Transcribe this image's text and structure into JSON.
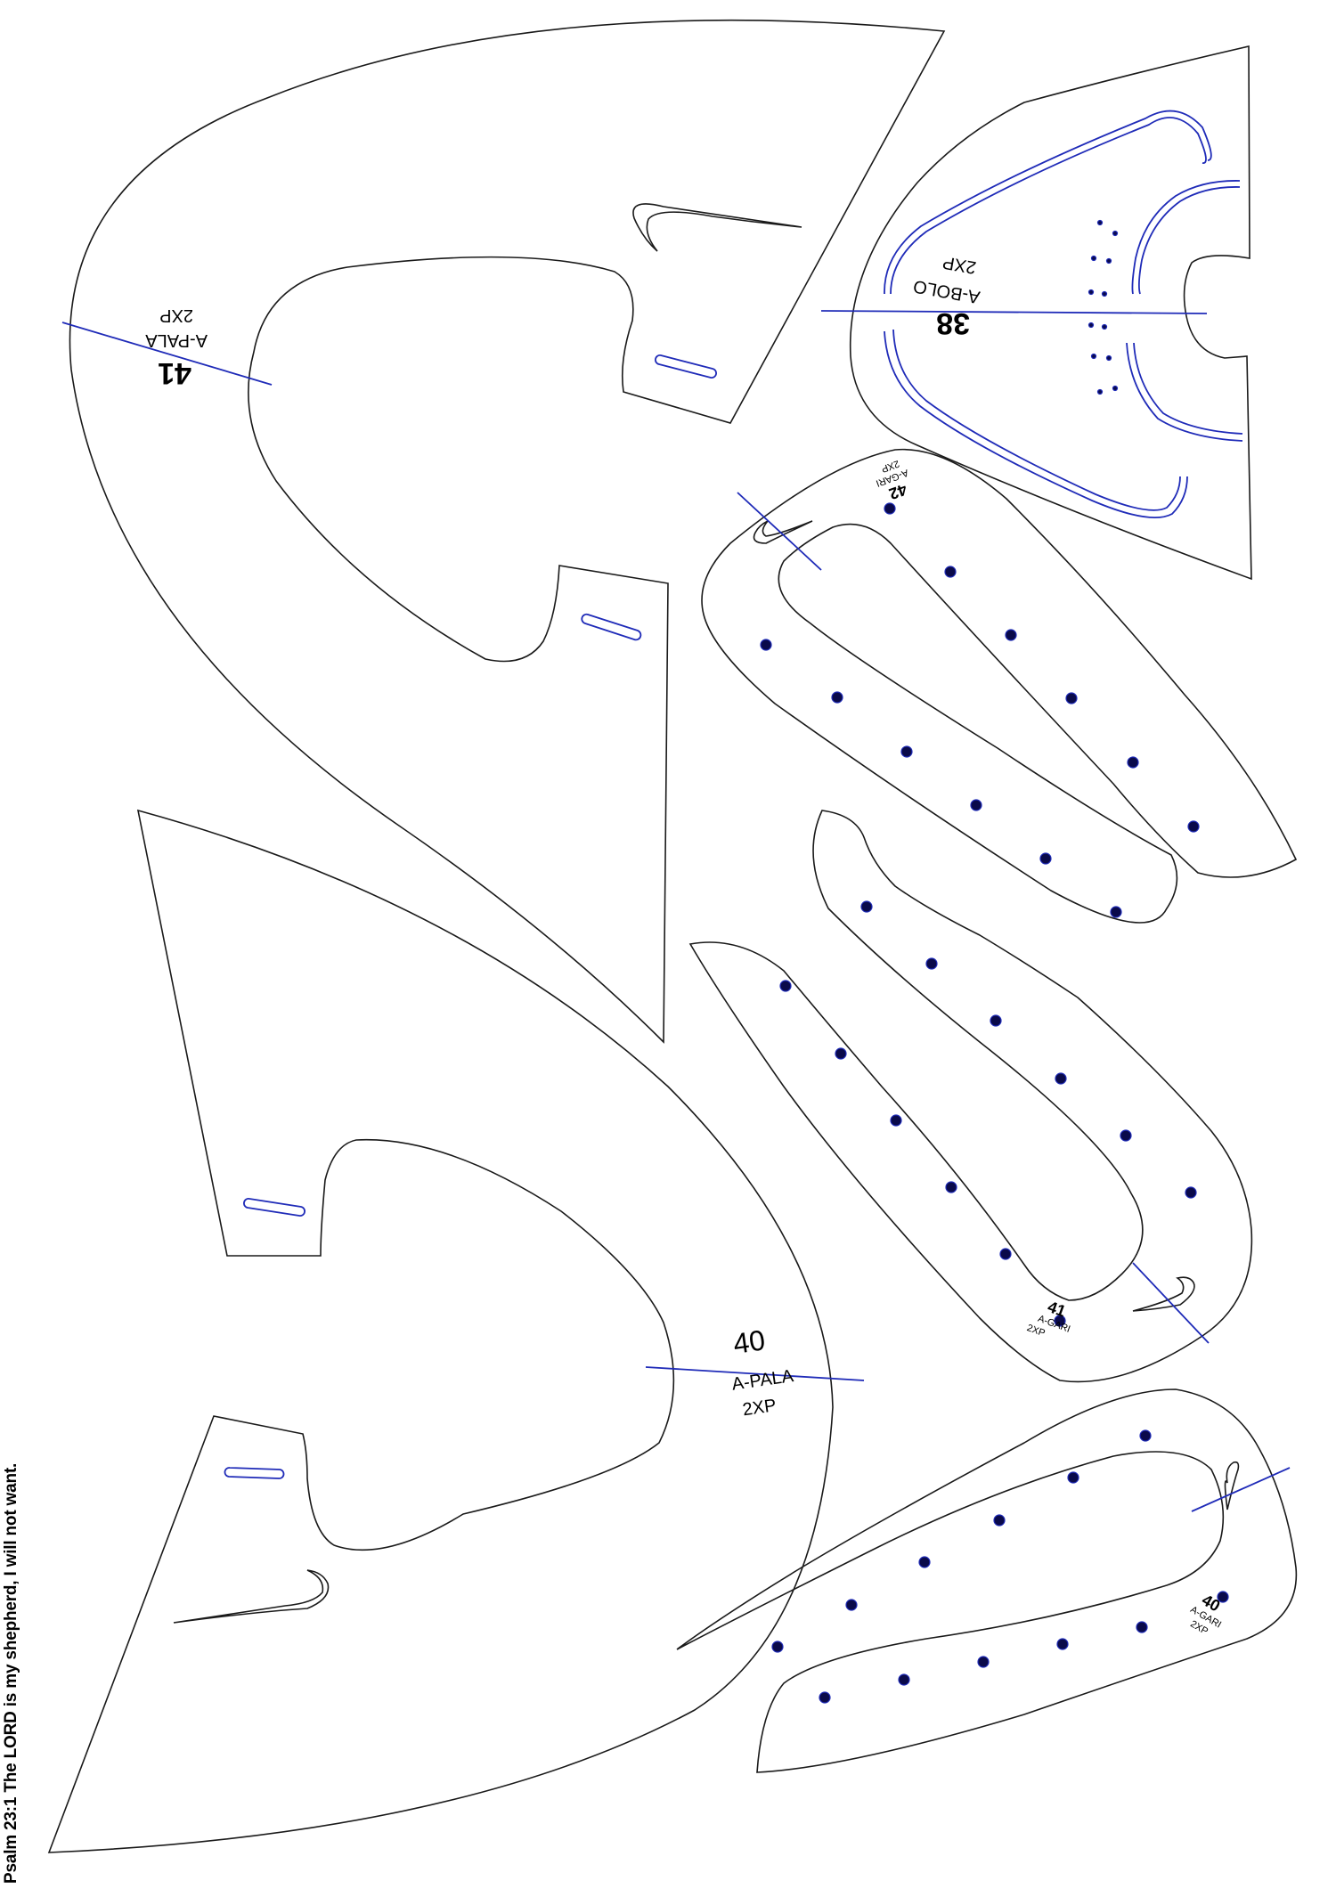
{
  "footer": {
    "verse": "Psalm 23:1 The LORD is my shepherd, I will not want."
  },
  "pieces": {
    "pala_41": {
      "size": "41",
      "name": "A-PALA",
      "qty": "2XP"
    },
    "pala_40": {
      "size": "40",
      "name": "A-PALA",
      "qty": "2XP"
    },
    "bolo_38": {
      "size": "38",
      "name": "A-BOLO",
      "qty": "2XP"
    },
    "gari_42": {
      "size": "42",
      "name": "A-GARI",
      "qty": "2XP"
    },
    "gari_41": {
      "size": "41",
      "name": "A-GARI",
      "qty": "2XP"
    },
    "gari_40": {
      "size": "40",
      "name": "A-GARI",
      "qty": "2XP"
    }
  },
  "colors": {
    "outline": "#1a1a1a",
    "guide": "#1f2bb8",
    "hole": "#0a0a4a",
    "background": "#ffffff"
  },
  "icons": [
    "swoosh-logo-icon"
  ]
}
